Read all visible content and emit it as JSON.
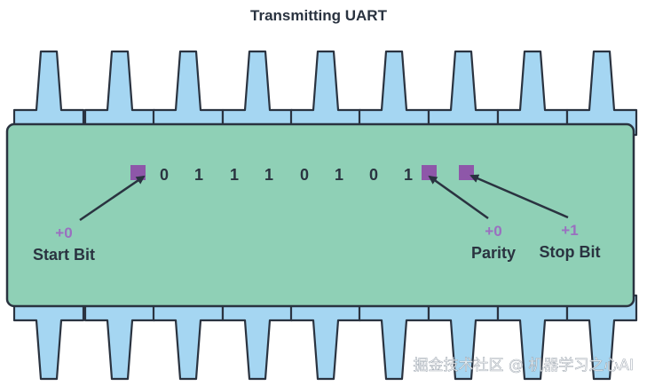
{
  "title": "Transmitting UART",
  "data_bits": [
    "0",
    "1",
    "1",
    "1",
    "0",
    "1",
    "0",
    "1"
  ],
  "start_bit": {
    "label": "Start Bit",
    "value": "+0"
  },
  "parity_bit": {
    "label": "Parity",
    "value": "+0"
  },
  "stop_bit": {
    "label": "Stop Bit",
    "value": "+1"
  },
  "watermark": "掘金技术社区 @ 机器学习之心AI",
  "colors": {
    "chip_body": "#8fd0b6",
    "pin_fill": "#a5d6f2",
    "outline": "#2a3340",
    "marker": "#8e57a9",
    "value_text": "#9a6fc0"
  }
}
